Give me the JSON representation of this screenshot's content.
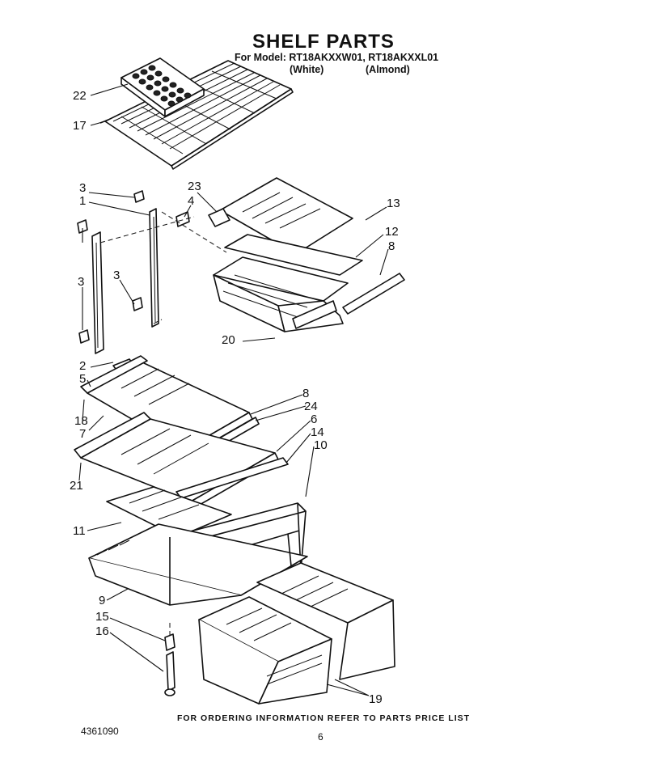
{
  "header": {
    "title": "SHELF PARTS",
    "model_line": "For Model: RT18AKXXW01, RT18AKXXL01",
    "variant_white": "(White)",
    "variant_almond": "(Almond)"
  },
  "callouts": {
    "c22": "22",
    "c17": "17",
    "c3a": "3",
    "c1": "1",
    "c23": "23",
    "c4": "4",
    "c13": "13",
    "c12": "12",
    "c8a": "8",
    "c3b": "3",
    "c3c": "3",
    "c20": "20",
    "c2": "2",
    "c5": "5",
    "c8b": "8",
    "c24": "24",
    "c6": "6",
    "c14": "14",
    "c10": "10",
    "c18": "18",
    "c7": "7",
    "c21": "21",
    "c11": "11",
    "c9": "9",
    "c15": "15",
    "c16": "16",
    "c19": "19"
  },
  "footer": {
    "ordering_note": "FOR ORDERING INFORMATION REFER TO PARTS PRICE LIST",
    "document_number": "4361090",
    "page_number": "6"
  }
}
